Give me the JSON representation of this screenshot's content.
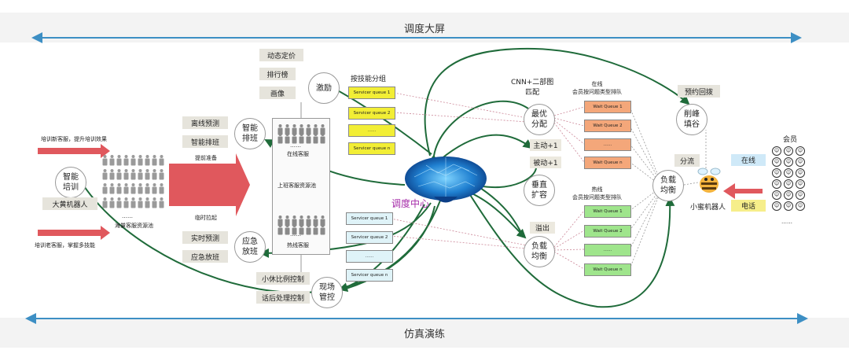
{
  "top_banner": "调度大屏",
  "bottom_banner": "仿真演练",
  "center": {
    "label": "调度中心"
  },
  "left": {
    "train_new": "培训新客服，提升培训效果",
    "train_old": "培训老客服，掌握多技能",
    "smart_train": "智能\n培训",
    "robot_big": "大黄机器人",
    "pool_label": "海量客服资源池",
    "prepare": "提前准备",
    "temp_pull": "临时拉起",
    "offline_forecast": "离线预测",
    "smart_schedule": "智能排班",
    "smart_sched_circle": "智能\n排班",
    "realtime_forecast": "实时预测",
    "emergency_schedule": "应急放班",
    "emergency_circle": "应急\n放班"
  },
  "middle_left": {
    "dynamic_pricing": "动态定价",
    "ranking": "排行榜",
    "portrait": "画像",
    "incentive": "激励",
    "online_cs": "在线客服",
    "online_pool": "上班客服资源池",
    "hotline_cs": "热线客服",
    "break_ratio": "小休比例控制",
    "after_process": "话后处理控制",
    "onsite": "现场\n管控",
    "dots": "……"
  },
  "skill_group": {
    "title": "按技能分组",
    "online_queues": [
      "Servicer queue 1",
      "Servicer queue 2",
      "……",
      "Servicer queue n"
    ],
    "hotline_queues": [
      "Servicer queue 1",
      "Servicer queue 2",
      "……",
      "Servicer queue n"
    ]
  },
  "right_middle": {
    "cnn": "CNN+二部图\n匹配",
    "best_match": "最优\n分配",
    "active": "主动+1",
    "passive": "被动+1",
    "vertical": "垂直\n扩容",
    "overflow": "溢出",
    "load_balance": "负载\n均衡",
    "online_title": "在线\n会员按问题类型排队",
    "hotline_title": "热线\n会员按问题类型排队",
    "wait_online": [
      "Wait Queue 1",
      "Wait Queue 2",
      "……",
      "Wait Queue n"
    ],
    "wait_hotline": [
      "Wait Queue 1",
      "Wait Queue 2",
      "……",
      "Wait Queue n"
    ]
  },
  "right": {
    "appointment": "预约回拨",
    "peak_shaving": "削峰\n填谷",
    "diversion": "分流",
    "load_balance2": "负载\n均衡",
    "online": "在线",
    "phone": "电话",
    "bee_robot": "小蜜机器人",
    "members": "会员",
    "dots": "……"
  },
  "colors": {
    "arrow_green": "#1f6b3a",
    "banner_arrow": "#3d8fc4",
    "red_arrow": "#e0585d",
    "yellow": "#f2ee35",
    "orange": "#f4a77a",
    "green": "#9fe58c",
    "blue_queue": "#dff3f8",
    "online_blue": "#cfe9f8",
    "phone_yellow": "#f6ee8a"
  }
}
